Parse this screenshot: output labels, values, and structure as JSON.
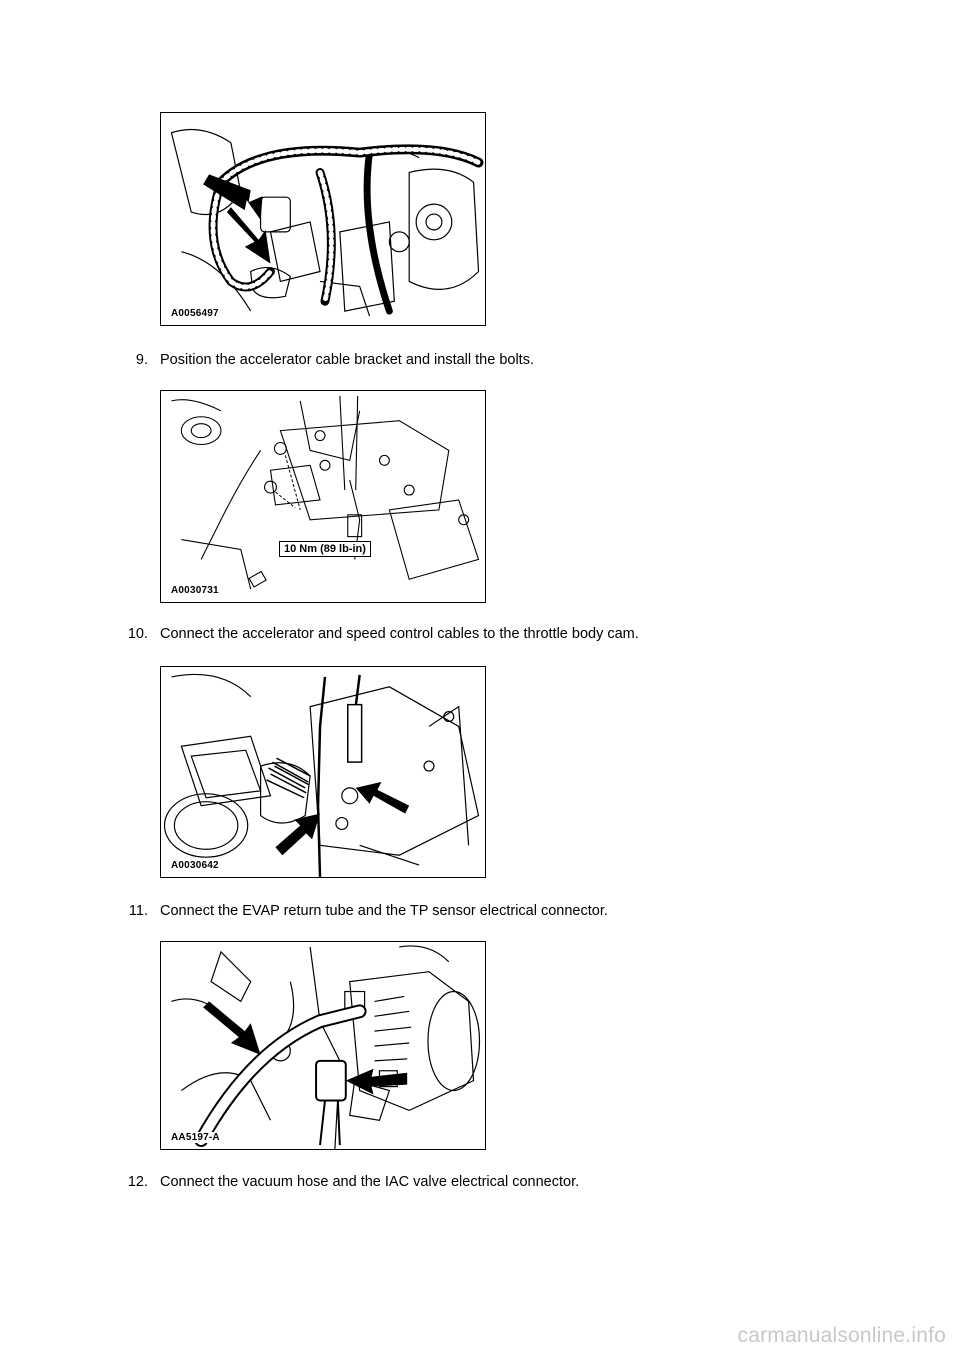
{
  "figures": [
    {
      "id": "A0056497"
    },
    {
      "id": "A0030731",
      "torque_label": "10 Nm (89 lb-in)"
    },
    {
      "id": "A0030642"
    },
    {
      "id": "AA5197-A"
    }
  ],
  "steps": [
    {
      "number": "9.",
      "text": "Position the accelerator cable bracket and install the bolts."
    },
    {
      "number": "10.",
      "text": "Connect the accelerator and speed control cables to the throttle body cam."
    },
    {
      "number": "11.",
      "text": "Connect the EVAP return tube and the TP sensor electrical connector."
    },
    {
      "number": "12.",
      "text": "Connect the vacuum hose and the IAC valve electrical connector."
    }
  ],
  "footer": {
    "watermark": "carmanualsonline.info"
  }
}
